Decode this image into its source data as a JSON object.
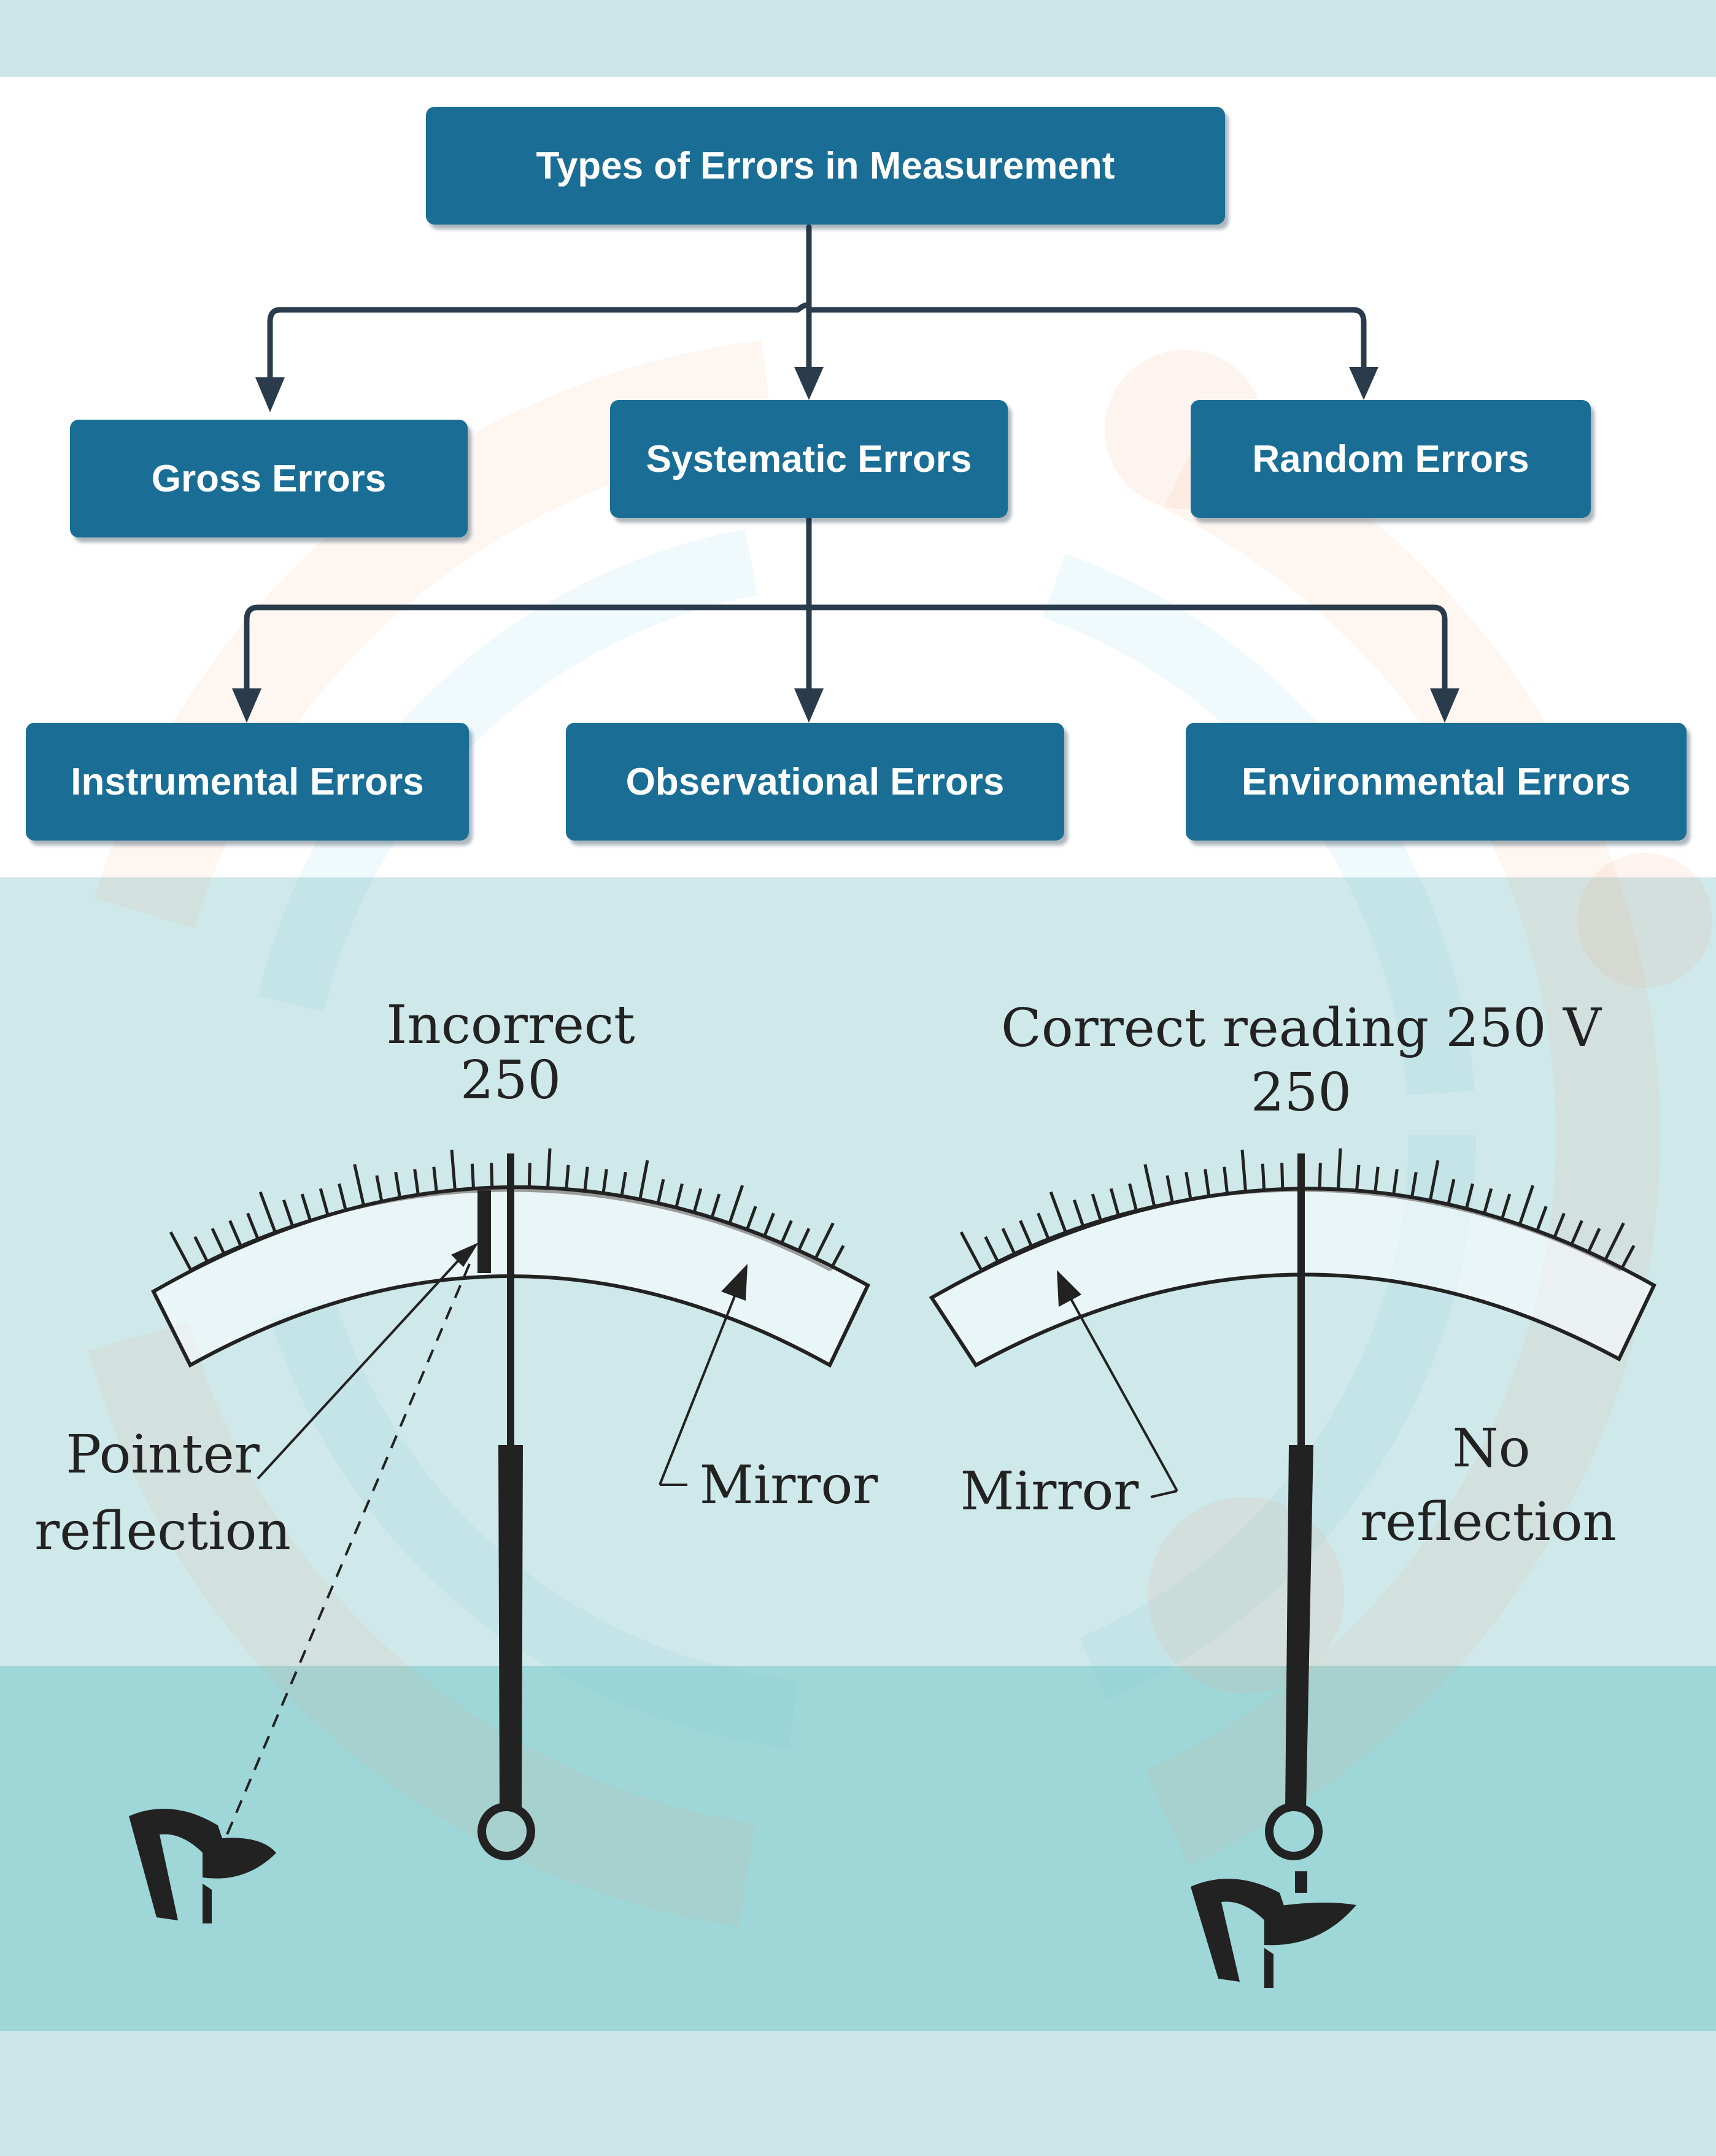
{
  "tree": {
    "root": "Types of Errors in Measurement",
    "level1": [
      "Gross Errors",
      "Systematic Errors",
      "Random Errors"
    ],
    "level2": [
      "Instrumental Errors",
      "Observational Errors",
      "Environmental Errors"
    ]
  },
  "meter_left": {
    "heading_line1": "Incorrect",
    "heading_line2": "250",
    "label_pointer_line1": "Pointer",
    "label_pointer_line2": "reflection",
    "label_mirror": "Mirror"
  },
  "meter_right": {
    "heading_line1": "Correct reading 250 V",
    "heading_line2": "250",
    "label_mirror": "Mirror",
    "label_no_line1": "No",
    "label_no_line2": "reflection"
  },
  "colors": {
    "box": "#1a6e96",
    "connector": "#2a3b4c",
    "ink": "#222222"
  }
}
